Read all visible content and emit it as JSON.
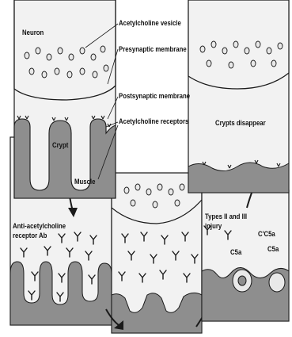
{
  "labels": {
    "neuron": "Neuron",
    "acetylcholine_vesicle": "Acetylcholine vesicle",
    "presynaptic_membrane": "Presynaptic membrane",
    "postsynaptic_membrane": "Postsynaptic membrane",
    "acetylcholine_receptors": "Acetylcholine receptors",
    "crypt": "Crypt",
    "muscle": "Muscle",
    "crypts_disappear": "Crypts disappear",
    "anti_ab_line1": "Anti-acetylcholine",
    "anti_ab_line2": "receptor Ab",
    "injury_line1": "Types II and III",
    "injury_line2": "injury",
    "c5a_left": "C5a",
    "c5a_c5b": "C'C5a",
    "c5a_right": "C5a"
  },
  "colors": {
    "panel_fill": "#f2f2f2",
    "tissue_fill": "#8e8e8e",
    "outline": "#1a1a1a",
    "vesicle_fill": "#e9e9e9",
    "background": "#ffffff"
  }
}
